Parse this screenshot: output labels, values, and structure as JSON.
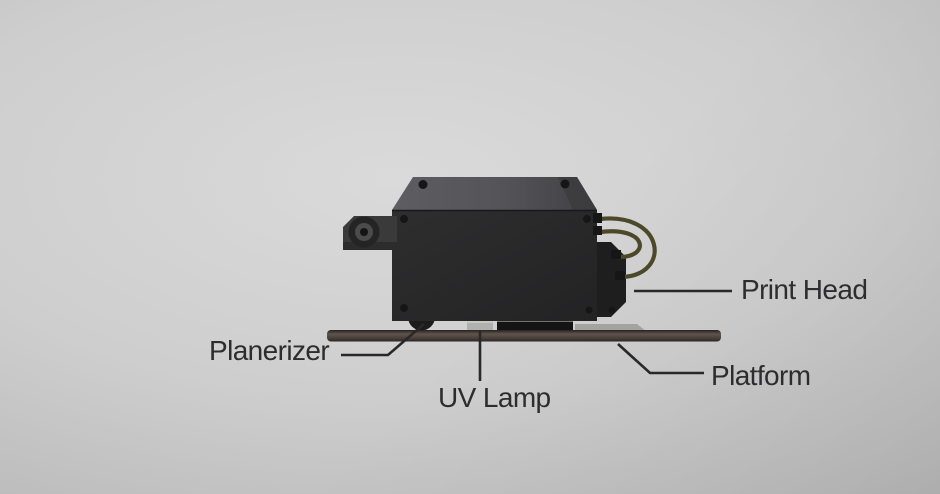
{
  "diagram": {
    "subject": "3D printer print-head side view",
    "labels": {
      "print_head": "Print Head",
      "planerizer": "Planerizer",
      "uv_lamp": "UV Lamp",
      "platform": "Platform"
    },
    "machine": {
      "parts": [
        "main-body",
        "print-head-block",
        "planerizer-roller",
        "uv-lamp-block",
        "bottom-plate",
        "ink-tubes",
        "motor-pulley",
        "platform-bar"
      ]
    },
    "colors": {
      "background_center": "#dadada",
      "background_edge": "#a7a7a7",
      "body_front": "#2a2a2b",
      "body_top": "#56565a",
      "print_head_block": "#1f1f20",
      "tube_olive": "#4b4929",
      "uv_lamp_gray": "#b1b1af",
      "platform_mid": "#5e544e",
      "label_text": "#2d2d2f",
      "leader_line": "#28282a"
    }
  }
}
